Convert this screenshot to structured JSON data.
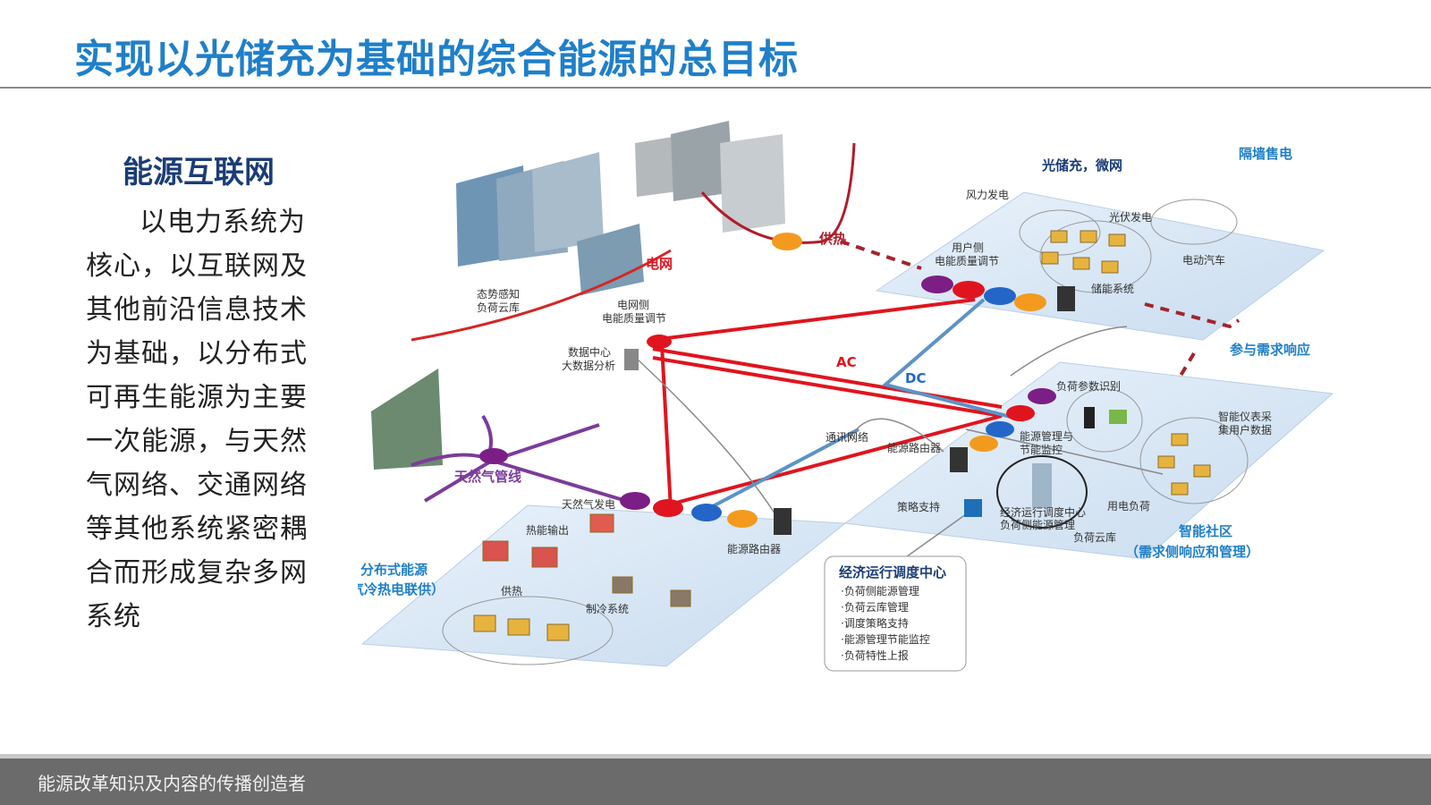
{
  "slide": {
    "title": "实现以光储充为基础的综合能源的总目标",
    "subtitle": "能源互联网",
    "body": "以电力系统为核心，以互联网及其他前沿信息技术为基础，以分布式可再生能源为主要一次能源，与天然气网络、交通网络等其他系统紧密耦合而形成复杂多网系统",
    "footer": "能源改革知识及内容的传播创造者"
  },
  "diagram": {
    "grid_label": "电网",
    "heat_label": "供热",
    "ac_label": "AC",
    "dc_label": "DC",
    "gas_pipeline_label": "天然气管线",
    "cloud_label_1": "态势感知",
    "cloud_label_2": "负荷云库",
    "grid_side_1": "电网侧",
    "grid_side_2": "电能质量调节",
    "datacenter_1": "数据中心",
    "datacenter_2": "大数据分析",
    "microgrid_title": "光储充，微网",
    "wall_sale": "隔墙售电",
    "wind": "风力发电",
    "pv": "光伏发电",
    "user_side_1": "用户侧",
    "user_side_2": "电能质量调节",
    "ev": "电动汽车",
    "storage": "储能系统",
    "demand_response": "参与需求响应",
    "load_param": "负荷参数识别",
    "smart_meter_1": "智能仪表采",
    "smart_meter_2": "集用户数据",
    "comm_network": "通讯网络",
    "energy_router": "能源路由器",
    "energy_mgmt_1": "能源管理与",
    "energy_mgmt_2": "节能监控",
    "strategy": "策略支持",
    "dispatch_center_1": "经济运行调度中心",
    "dispatch_center_2": "负荷侧能源管理",
    "electric_load": "用电负荷",
    "load_cloud": "负荷云库",
    "smart_community": "智能社区",
    "smart_community_sub": "（需求侧响应和管理）",
    "gas_power": "天然气发电",
    "heat_output": "热能输出",
    "distributed_1": "分布式能源",
    "distributed_2": "（燃气冷热电联供）",
    "heat_supply": "供热",
    "cooling": "制冷系统",
    "router_bottom": "能源路由器",
    "box_title": "经济运行调度中心",
    "box_items": [
      "·负荷侧能源管理",
      "·负荷云库管理",
      "·调度策略支持",
      "·能源管理节能监控",
      "·负荷特性上报"
    ]
  },
  "colors": {
    "title": "#1f7fc9",
    "subtitle": "#1b3d77",
    "ac_line": "#e0141e",
    "dc_line": "#5b93c7",
    "gas_line": "#7b3c9a",
    "platform": "#dbe9f6"
  }
}
